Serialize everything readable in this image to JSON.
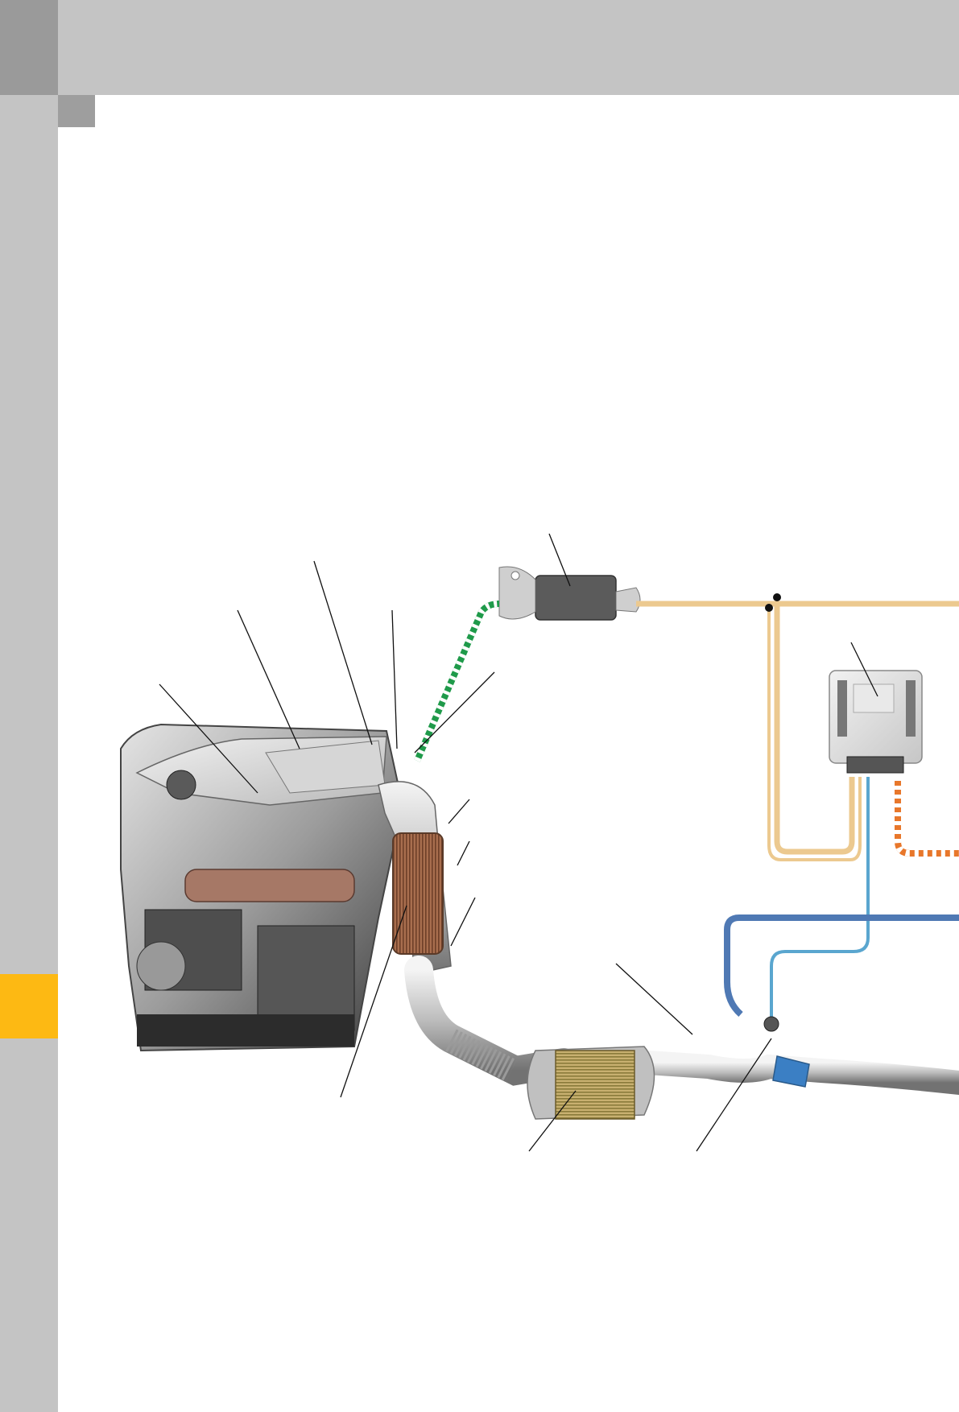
{
  "page": {
    "accent_color": "#fdb913",
    "chrome_color": "#c4c4c4",
    "chrome_dark_color": "#9a9a9a"
  },
  "diagram": {
    "components": [
      {
        "name": "engine",
        "icon": "v6-engine-icon"
      },
      {
        "name": "exhaust-manifold-catalyst",
        "icon": "catalyst-icon"
      },
      {
        "name": "flex-pipe",
        "icon": "pipe-icon"
      },
      {
        "name": "particulate-filter",
        "icon": "filter-icon"
      },
      {
        "name": "control-unit",
        "icon": "ecu-icon"
      },
      {
        "name": "sensor-module",
        "icon": "sensor-icon"
      },
      {
        "name": "exhaust-sensor",
        "icon": "probe-icon"
      },
      {
        "name": "dosing-valve",
        "icon": "injector-icon"
      }
    ],
    "wire_colors": {
      "green_stripe": "#1f9a4a",
      "tan_harness": "#ecc98f",
      "orange_stripe": "#e8772b",
      "blue_light": "#5aa6cf",
      "blue_dark": "#4f79b4"
    },
    "callout_count": 13
  }
}
